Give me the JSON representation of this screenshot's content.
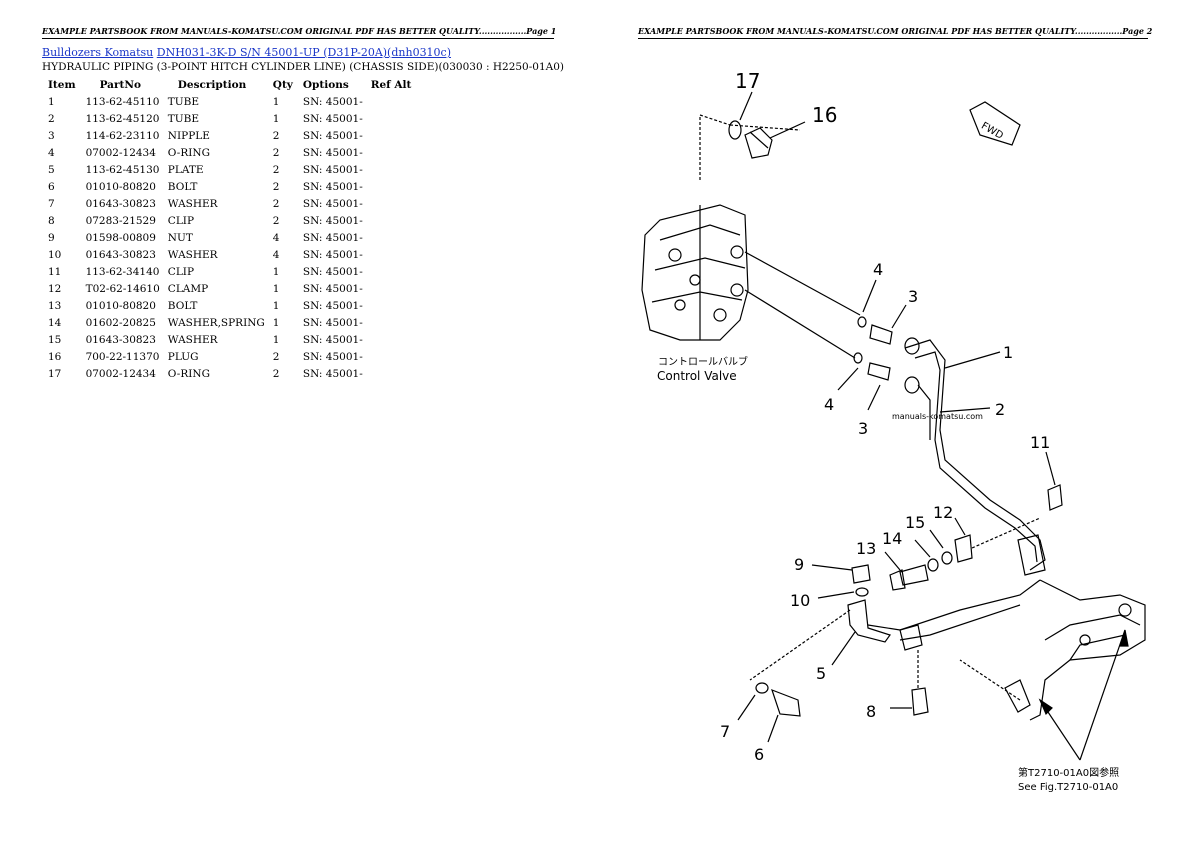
{
  "headers": {
    "page1": "EXAMPLE PARTSBOOK FROM MANUALS-KOMATSU.COM ORIGINAL PDF HAS BETTER QUALITY.................Page 1",
    "page2": "EXAMPLE PARTSBOOK FROM MANUALS-KOMATSU.COM ORIGINAL PDF HAS BETTER QUALITY.................Page 2"
  },
  "breadcrumb": {
    "brand_link": "Bulldozers Komatsu",
    "model_link": "DNH031-3K-D S/N 45001-UP (D31P-20A)(dnh0310c)"
  },
  "subtitle": "HYDRAULIC PIPING (3-POINT HITCH CYLINDER LINE) (CHASSIS SIDE)(030030 : H2250-01A0)",
  "table": {
    "columns": [
      "Item",
      "PartNo",
      "Description",
      "Qty",
      "Options",
      "Ref Alt"
    ],
    "rows": [
      [
        "1",
        "113-62-45110",
        "TUBE",
        "1",
        "SN: 45001-",
        ""
      ],
      [
        "2",
        "113-62-45120",
        "TUBE",
        "1",
        "SN: 45001-",
        ""
      ],
      [
        "3",
        "114-62-23110",
        "NIPPLE",
        "2",
        "SN: 45001-",
        ""
      ],
      [
        "4",
        "07002-12434",
        "O-RING",
        "2",
        "SN: 45001-",
        ""
      ],
      [
        "5",
        "113-62-45130",
        "PLATE",
        "2",
        "SN: 45001-",
        ""
      ],
      [
        "6",
        "01010-80820",
        "BOLT",
        "2",
        "SN: 45001-",
        ""
      ],
      [
        "7",
        "01643-30823",
        "WASHER",
        "2",
        "SN: 45001-",
        ""
      ],
      [
        "8",
        "07283-21529",
        "CLIP",
        "2",
        "SN: 45001-",
        ""
      ],
      [
        "9",
        "01598-00809",
        "NUT",
        "4",
        "SN: 45001-",
        ""
      ],
      [
        "10",
        "01643-30823",
        "WASHER",
        "4",
        "SN: 45001-",
        ""
      ],
      [
        "11",
        "113-62-34140",
        "CLIP",
        "1",
        "SN: 45001-",
        ""
      ],
      [
        "12",
        "T02-62-14610",
        "CLAMP",
        "1",
        "SN: 45001-",
        ""
      ],
      [
        "13",
        "01010-80820",
        "BOLT",
        "1",
        "SN: 45001-",
        ""
      ],
      [
        "14",
        "01602-20825",
        "WASHER,SPRING",
        "1",
        "SN: 45001-",
        ""
      ],
      [
        "15",
        "01643-30823",
        "WASHER",
        "1",
        "SN: 45001-",
        ""
      ],
      [
        "16",
        "700-22-11370",
        "PLUG",
        "2",
        "SN: 45001-",
        ""
      ],
      [
        "17",
        "07002-12434",
        "O-RING",
        "2",
        "SN: 45001-",
        ""
      ]
    ]
  },
  "diagram": {
    "callouts": [
      "17",
      "16",
      "4",
      "3",
      "1",
      "4",
      "3",
      "2",
      "11",
      "12",
      "15",
      "14",
      "13",
      "9",
      "10",
      "5",
      "8",
      "7",
      "6"
    ],
    "fwd_label": "FWD",
    "control_valve_jp": "コントロールバルブ",
    "control_valve_en": "Control  Valve",
    "watermark": "manuals-komatsu.com",
    "see_fig_jp": "第T2710-01A0図参照",
    "see_fig_en": "See Fig.T2710-01A0"
  }
}
